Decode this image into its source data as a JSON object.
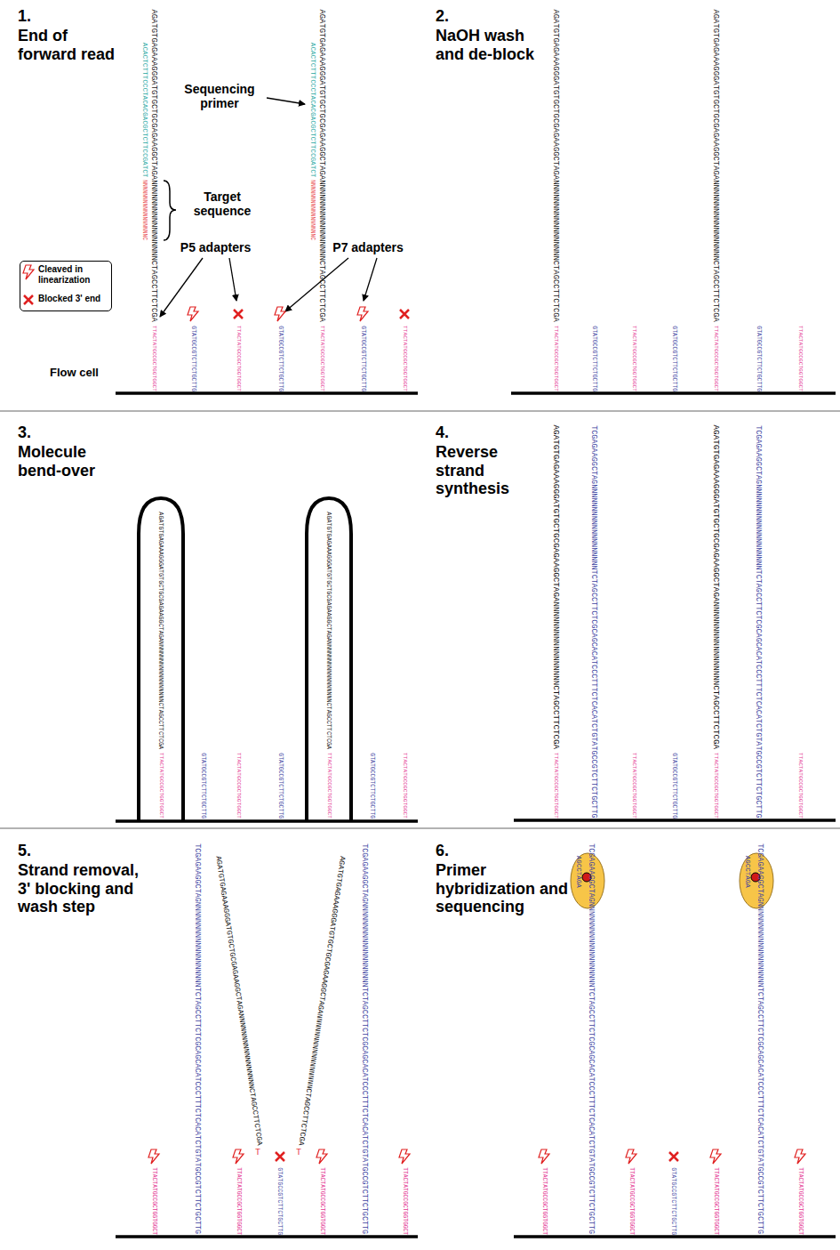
{
  "diagram": {
    "labels": [
      "1.",
      "End of forward read",
      "AGATGTGAGAAAGGGATGTGCTGCGAGAAGGCTAGANNNNNNNNNNNNNNNNNCTAGCCTTCTCGA",
      "ACACTCTTTCCCTACACGACGCTCTTCCGATCT",
      "NNNNNNNNNNNNNNNNNC",
      "AGATGTGAGAAAGGGATGTGCTGCGAGAAGGCTAGANNNNNNNNNNNNNNNNNCTAGCCTTCTCGA",
      "ACACTCTTTCCCTACACGACGCTCTTCCGATCT",
      "NNNNNNNNNNNNNNNNNC",
      "TTACTATGCCGCTGGTGGCT",
      "GTATGCCGTCTTCTGCTTG",
      "TTACTATGCCGCTGGTGGCT",
      "GTATGCCGTCTTCTGCTTG",
      "TTACTATGCCGCTGGTGGCT",
      "GTATGCCGTCTTCTGCTTG",
      "TTACTATGCCGCTGGTGGCT",
      "Sequencing primer",
      "Target sequence",
      "P5 adapters",
      "P7 adapters",
      "Flow cell",
      "2.",
      "NaOH wash and de-block",
      "AGATGTGAGAAAGGGATGTGCTGCGAGAAGGCTAGANNNNNNNNNNNNNNNNNCTAGCCTTCTCGA",
      "AGATGTGAGAAAGGGATGTGCTGCGAGAAGGCTAGANNNNNNNNNNNNNNNNNCTAGCCTTCTCGA",
      "TTACTATGCCGCTGGTGGCT",
      "GTATGCCGTCTTCTGCTTG",
      "TTACTATGCCGCTGGTGGCT",
      "GTATGCCGTCTTCTGCTTG",
      "TTACTATGCCGCTGGTGGCT",
      "GTATGCCGTCTTCTGCTTG",
      "TTACTATGCCGCTGGTGGCT",
      "3.",
      "Molecule bend-over",
      "AGATGTGAGAAAGGGATGTGCTGCGAGAAGGCTAGANNNNNNNNNNNNNNNNNCTAGCCTTCTCGA",
      "AGATGTGAGAAAGGGATGTGCTGCGAGAAGGCTAGANNNNNNNNNNNNNNNNNCTAGCCTTCTCGA",
      "TTACTATGCCGCTGGTGGCT",
      "GTATGCCGTCTTCTGCTTG",
      "TTACTATGCCGCTGGTGGCT",
      "GTATGCCGTCTTCTGCTTG",
      "TTACTATGCCGCTGGTGGCT",
      "GTATGCCGTCTTCTGCTTG",
      "TTACTATGCCGCTGGTGGCT",
      "4.",
      "Reverse strand synthesis",
      "AGATGTGAGAAAGGGATGTGCTGCGAGAAGGCTAGANNNNNNNNNNNNNNNNNCTAGCCTTCTCGA",
      "TCGAGAAGGCTAGNNNNNNNNNNNNNNNNNNNTCTAGCCTTCTCGCAGCACATCCCTTTCTCACATCTGTATGCCGTCTTCTGCTTG",
      "AGATGTGAGAAAGGGATGTGCTGCGAGAAGGCTAGANNNNNNNNNNNNNNNNNCTAGCCTTCTCGA",
      "TCGAGAAGGCTAGNNNNNNNNNNNNNNNNNNNTCTAGCCTTCTCGCAGCACATCCCTTTCTCACATCTGTATGCCGTCTTCTGCTTG",
      "TTACTATGCCGCTGGTGGCT",
      "TTACTATGCCGCTGGTGGCT",
      "GTATGCCGTCTTCTGCTTG",
      "TTACTATGCCGCTGGTGGCT",
      "TTACTATGCCGCTGGTGGCT",
      "5.",
      "Strand removal, 3' blocking and wash step",
      "TCGAGAAGGCTAGNNNNNNNNNNNNNNNNNNNTCTAGCCTTCTCGCAGCACATCCCTTTCTCACATCTGTATGCCGTCTTCTGCTTG",
      "TCGAGAAGGCTAGNNNNNNNNNNNNNNNNNNNTCTAGCCTTCTCGCAGCACATCCCTTTCTCACATCTGTATGCCGTCTTCTGCTTG",
      "AGATGTGAGAAAGGGATGTGCTGCGAGAAGGCTAGANNNNNNNNNNNNNNNNNCTAGCCTTCTCGA",
      "T",
      "AGATGTGAGAAAGGGATGTGCTGCGAGAAGGCTAGANNNNNNNNNNNNNNNNNCTAGCCTTCTCGA",
      "T",
      "TTACTATGCCGCTGGTGGCT",
      "TTACTATGCCGCTGGTGGCT",
      "GTATGCCGTCTTCTGCTTG",
      "TTACTATGCCGCTGGTGGCT",
      "TTACTATGCCGCTGGTGGCT",
      "6.",
      "Primer hybridization and sequencing",
      "TCGAGAAGGCTAGNNNNNNNNNNNNNNNNNNNTCTAGCCTTCTCGCAGCACATCCCTTTCTCACATCTGTATGCCGTCTTCTGCTTG",
      "AGCCTAGA",
      "TCGAGAAGGCTAGNNNNNNNNNNNNNNNNNNNTCTAGCCTTCTCGCAGCACATCCCTTTCTCACATCTGTATGCCGTCTTCTGCTTG",
      "AGCCTAGA",
      "TTACTATGCCGCTGGTGGCT",
      "TTACTATGCCGCTGGTGGCT",
      "GTATGCCGTCTTCTGCTTG",
      "TTACTATGCCGCTGGTGGCT",
      "TTACTATGCCGCTGGTGGCT"
    ],
    "legend": [
      {
        "text": "Cleaved in linearization"
      },
      {
        "text": "Blocked 3' end"
      }
    ]
  }
}
